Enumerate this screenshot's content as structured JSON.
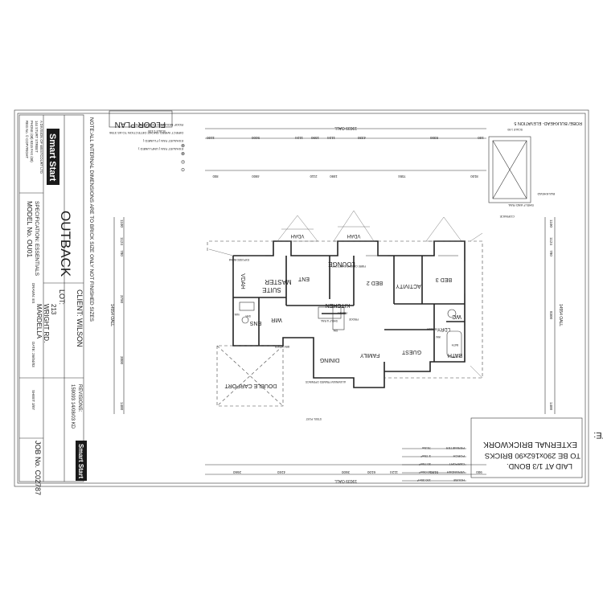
{
  "title_block": {
    "brand": "Smart Start",
    "company_lines": [
      "A DIVISION OF WESTCOURT LTD",
      "144 STURT STREET",
      "PHONE (08) 9315 FAX (08)",
      "REG No. © COPYRIGHT"
    ],
    "name": "OUTBACK",
    "specification": "SPECIFICATION: ESSENTIALS",
    "model": "MODEL No. OU01",
    "drawn": "DRAWN: ES",
    "client": "CLIENT: WILSON",
    "lot_label": "LOT:",
    "lot_lines": [
      "213",
      "WRIGHT RD.",
      "MARDELLA"
    ],
    "date": "DATE: 26/04/03",
    "sheet": "SHEET 3/07",
    "revisions_label": "REVISIONS:",
    "revisions_value": "159093 14/08/03 KD",
    "job": "JOB No. C02787"
  },
  "note_vertical": "NOTE:ALL INTERNAL DIMENSIONS ARE TO BRICK SIZE ONLY NOT FINISHED SIZES",
  "floor_plan_label": "FLOOR PLAN",
  "floor_plan_scale": "SCALE 1:100",
  "legend": [
    {
      "symbol": "⊗",
      "text": "EXHAUST FAN ( UNFLUMED )"
    },
    {
      "symbol": "⊗",
      "text": "EXHAUST FAN ( FLUMED )"
    },
    {
      "symbol": "◎",
      "text": "DIRECT WIRED SMOKE DETECTION TO AS 3786"
    },
    {
      "symbol": "⊙",
      "text": "ROOF MOUNTED ROTARY VENT"
    }
  ],
  "elevation_label": "ROBE/ BULKHEAD- ELEVATION 5",
  "elevation_scale": "SCALE 1:50",
  "elevation_notes": [
    "BULKHEAD",
    "CORNICE",
    "SHELF AND RAIL"
  ],
  "brick_note": [
    "NOTE:",
    "EXTERNAL BRICKWORK",
    "TO BE 290x162x90 BRICKS",
    "LAID AT 1/3 BOND."
  ],
  "rooms": {
    "master": [
      "MASTER",
      "SUITE"
    ],
    "ens": "ENS",
    "wir": "WIR",
    "ent": "ENT",
    "lounge": "LOUNGE",
    "kitchen": "KITCHEN",
    "dining": "DINING",
    "family": "FAMILY",
    "bed2": "BED 2",
    "bed3": "BED 3",
    "activity": "ACTIVITY",
    "guest": "GUEST",
    "bath": "BATH",
    "wc": "WC",
    "ldry": "LDRY",
    "carport": "DOUBLE CARPORT",
    "verandah_a": "VDAH",
    "verandah_b": "VDAH",
    "verandah_c": "VDAH"
  },
  "dimensions": {
    "top_overall": "19039 OALL",
    "top_segments": [
      "1100",
      "5000",
      "1124",
      "1590",
      "1124",
      "4330",
      "8300",
      "100"
    ],
    "top_row2": [
      "800",
      "4900",
      "2110",
      "1590",
      "7084",
      "8100"
    ],
    "bottom_overall": "19039 OALL",
    "bottom_segments": [
      "2660",
      "4240",
      "3600",
      "6100",
      "1124",
      "5180",
      "900"
    ],
    "left_overall": "14554 OALL",
    "left_segments": [
      "1100",
      "1124",
      "780",
      "3790",
      "3800",
      "1400"
    ],
    "right_overall": "14554 OALL",
    "right_segments": [
      "1100",
      "1124",
      "780",
      "8300",
      "1400"
    ],
    "area_label": "PERIMETER"
  },
  "area_table": [
    {
      "label": "HOUSE",
      "value": "150.30m²"
    },
    {
      "label": "VERANDAH",
      "value": "10.06m²"
    },
    {
      "label": "CARPORT",
      "value": "35.76m²"
    },
    {
      "label": "PORCH",
      "value": "3.78m²"
    },
    {
      "label": "PERIMETER",
      "value": "78.8m"
    }
  ],
  "annotations": [
    "EXPOSED BEAM",
    "FIBRE CEMENT SHEET TOP",
    "BRICK PIER",
    "ALUMINIUM FRAMED OPENINGS",
    "STEEL POST",
    "SHELF & RAIL",
    "PANTRY",
    "FRIDGE",
    "DW",
    "WM",
    "TROUGH",
    "SHR",
    "VAN",
    "BATH"
  ]
}
